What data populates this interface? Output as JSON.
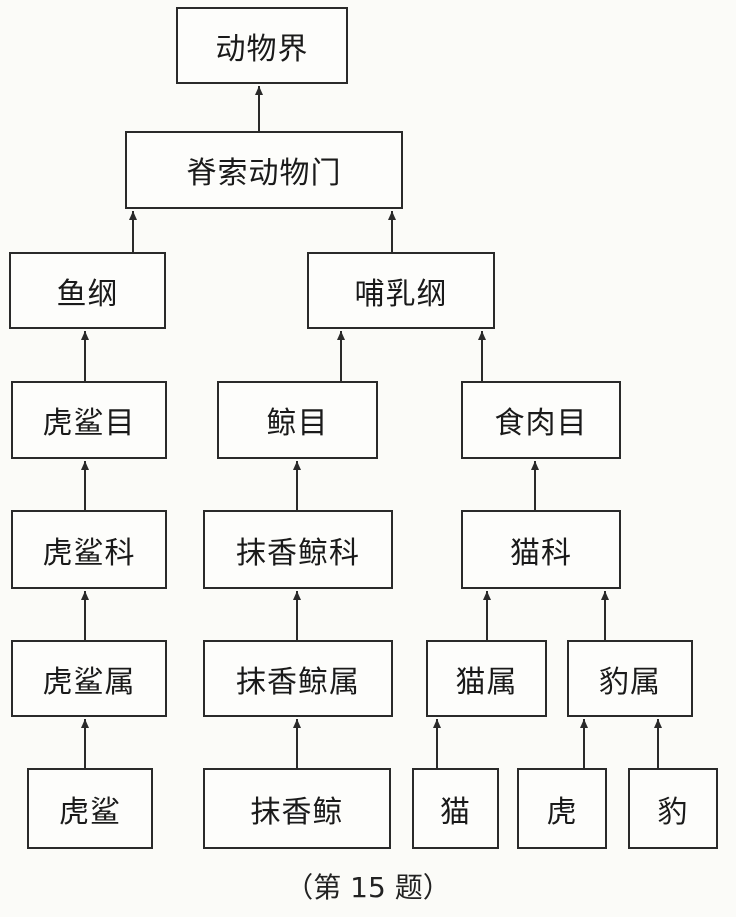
{
  "nodes": {
    "kingdom": "动物界",
    "phylum": "脊索动物门",
    "class_fish": "鱼纲",
    "class_mammal": "哺乳纲",
    "order_shark": "虎鲨目",
    "order_whale": "鲸目",
    "order_carnivora": "食肉目",
    "family_shark": "虎鲨科",
    "family_sperm_whale": "抹香鲸科",
    "family_cat": "猫科",
    "genus_shark": "虎鲨属",
    "genus_sperm_whale": "抹香鲸属",
    "genus_cat": "猫属",
    "genus_panthera": "豹属",
    "species_shark": "虎鲨",
    "species_sperm_whale": "抹香鲸",
    "species_cat": "猫",
    "species_tiger": "虎",
    "species_leopard": "豹"
  },
  "caption": "（第 15 题）",
  "colors": {
    "line": "#2a2a2a",
    "background": "#fbfbf8"
  }
}
